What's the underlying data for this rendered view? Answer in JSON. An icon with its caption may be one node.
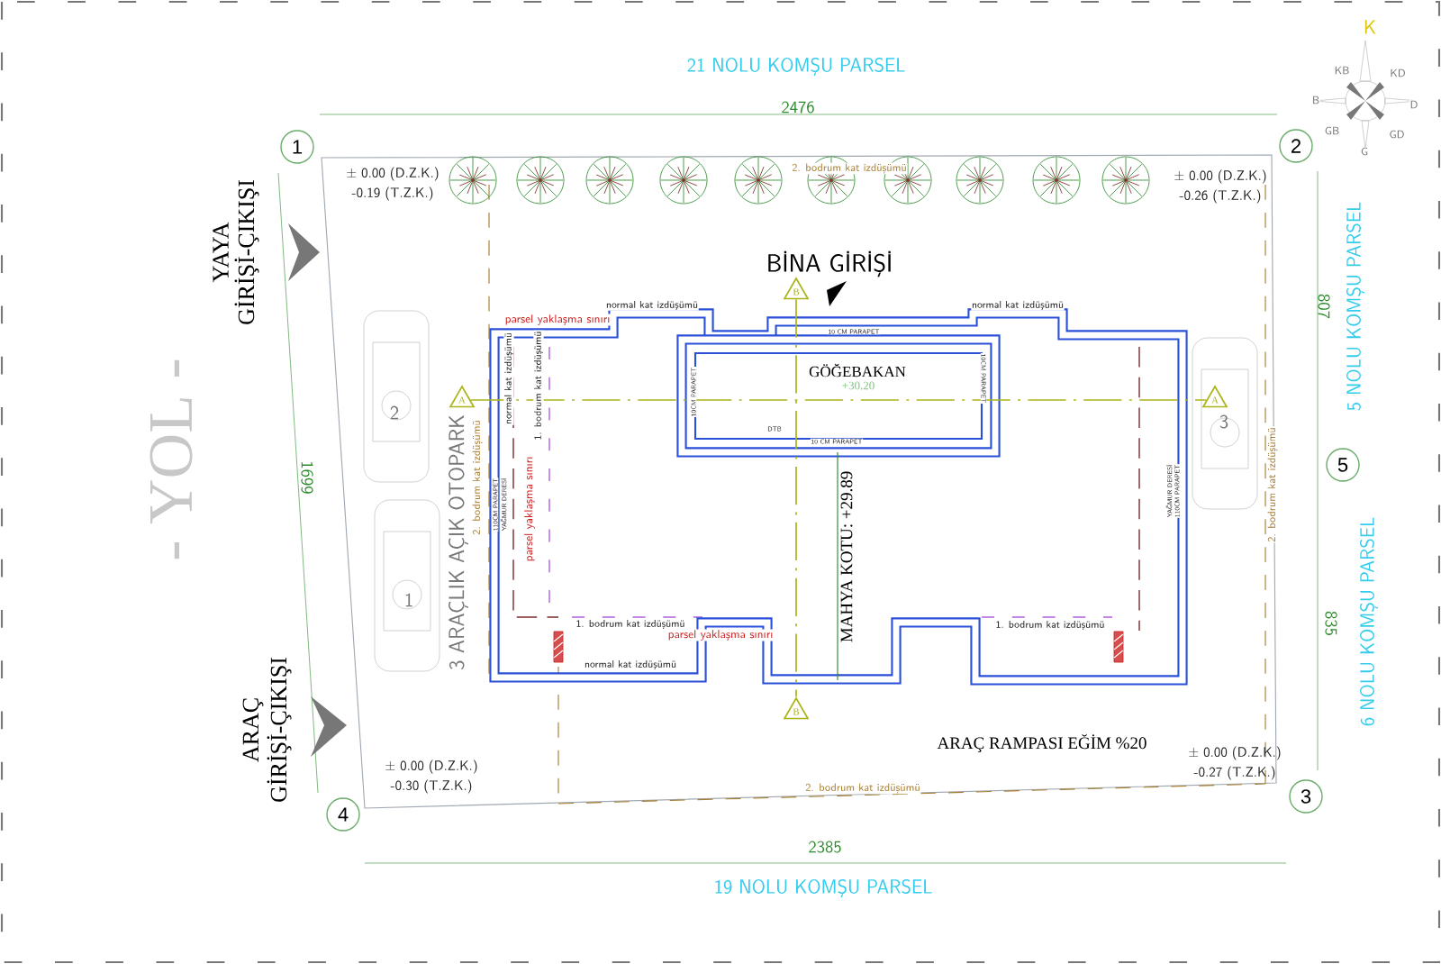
{
  "diagram": {
    "nodes": [
      {
        "text": [
          "1"
        ]
      },
      {
        "text": [
          "2"
        ]
      },
      {
        "text": [
          "B"
        ]
      },
      {
        "text": [
          "A"
        ]
      },
      {
        "text": [
          "A"
        ]
      },
      {
        "text": [
          "5"
        ]
      },
      {
        "text": [
          "B"
        ]
      },
      {
        "text": [
          "3"
        ]
      },
      {
        "text": [
          "4"
        ]
      }
    ],
    "edges": [
      {
        "from": 3,
        "to": 4,
        "arrow": "none",
        "style": "dashed"
      },
      {
        "from": 2,
        "to": 6,
        "arrow": "none",
        "style": "dashed"
      }
    ],
    "labels": [
      "K",
      "KB",
      "KD",
      "B",
      "D",
      "GB",
      "GD",
      "G",
      "21 NOLU KOMŞU PARSEL",
      "2476",
      "± 0.00 (D.Z.K.)",
      "-0.19 (T.Z.K.)",
      "2. bodrum kat izdüşümü",
      "± 0.00 (D.Z.K.)",
      "-0.26 (T.Z.K.)",
      "YAYA",
      "GİRİŞİ-ÇIKIŞI",
      "BİNA GİRİŞİ",
      "parsel yaklaşma sınırı",
      "normal kat izdüşümü",
      "10 CM PARAPET",
      "normal kat izdüşümü",
      "807",
      "5 NOLU KOMŞU PARSEL",
      "normal kat izdüşümü",
      "1. bodrum kat izdüşümü",
      "GÖĞEBAKAN",
      "+30.20",
      "10CM PARAPET",
      "10CM PARAPET",
      "2",
      "3",
      "DTB",
      "10 CM PARAPET",
      "- YOL -",
      "1699",
      "3 ARAÇLIK AÇIK OTOPARK",
      "2. bodrum kat izdüşümü",
      "110CM PARAPET",
      "YAĞMUR DERESİ",
      "parsel yaklaşma sınırı",
      "YAĞMUR DERESİ",
      "110CM PARAPET",
      "2. bodrum kat izdüşümü",
      "MAHYA KOTU: +29.89",
      "1",
      "835",
      "6 NOLU KOMŞU PARSEL",
      "1. bodrum kat izdüşümü",
      "parsel yaklaşma sınırı",
      "1. bodrum kat izdüşümü",
      "normal kat izdüşümü",
      "ARAÇ",
      "GİRİŞİ-ÇIKIŞI",
      "ARAÇ RAMPASI EĞİM %20",
      "± 0.00 (D.Z.K.)",
      "-0.30 (T.Z.K.)",
      "± 0.00 (D.Z.K.)",
      "-0.27 (T.Z.K.)",
      "2. bodrum kat izdüşümü",
      "2385",
      "19 NOLU KOMŞU PARSEL"
    ]
  }
}
